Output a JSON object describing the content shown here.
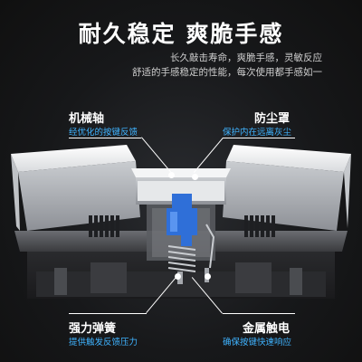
{
  "headline": "耐久稳定 爽脆手感",
  "description": {
    "line1": "长久敲击寿命，爽脆手感，灵敏反应",
    "line2": "舒适的手感稳定的性能，每次使用都手感如一"
  },
  "features": {
    "switch": {
      "title": "机械轴",
      "subtitle": "经优化的按键反馈"
    },
    "dust_cover": {
      "title": "防尘罩",
      "subtitle": "保护内在远离灰尘"
    },
    "spring": {
      "title": "强力弹簧",
      "subtitle": "提供触发反馈压力"
    },
    "contact": {
      "title": "金属触电",
      "subtitle": "确保按键快速响应"
    }
  },
  "colors": {
    "background": "#131313",
    "accent_blue": "#3fb3ff",
    "switch_blue": "#2f6fd8"
  }
}
